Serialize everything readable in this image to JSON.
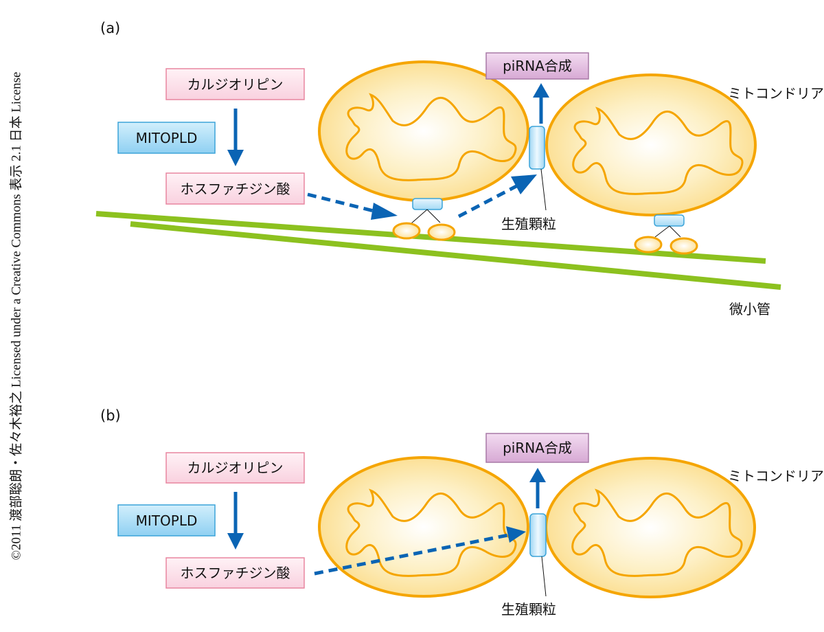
{
  "copyright": "©2011 渡部聡朗・佐々木裕之 Licensed under a Creative Commons 表示 2.1 日本 License",
  "colors": {
    "pink_box_fill": "#fbdbe6",
    "pink_box_stroke": "#e8859f",
    "blue_box_fill": "#a9dcf5",
    "blue_box_stroke": "#3aa3d8",
    "purple_box_fill": "#e3bde0",
    "purple_box_stroke": "#a779a6",
    "arrow_blue": "#0a64b4",
    "mito_fill": "#fde6a6",
    "mito_stroke": "#f5a500",
    "microtubule_green": "#8cc11f"
  },
  "panels": [
    {
      "id": "a",
      "label": "(a)",
      "cardiolipin": "カルジオリピン",
      "enzyme": "MITOPLD",
      "phosphatidic_acid": "ホスファチジン酸",
      "pirna": "piRNA合成",
      "mitochondria_label": "ミトコンドリア",
      "germ_granule_label": "生殖顆粒",
      "microtubule_label": "微小管"
    },
    {
      "id": "b",
      "label": "(b)",
      "cardiolipin": "カルジオリピン",
      "enzyme": "MITOPLD",
      "phosphatidic_acid": "ホスファチジン酸",
      "pirna": "piRNA合成",
      "mitochondria_label": "ミトコンドリア",
      "germ_granule_label": "生殖顆粒"
    }
  ]
}
